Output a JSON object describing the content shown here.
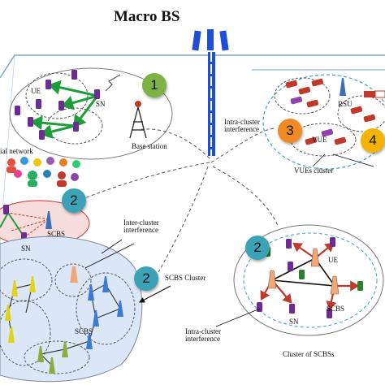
{
  "title": "Macro BS",
  "badges": {
    "b1": "1",
    "b2a": "2",
    "b2b": "2",
    "b2c": "2",
    "b3": "3",
    "b4": "4"
  },
  "colors": {
    "badge1": "#7cb342",
    "badge2": "#3ba3b5",
    "badge3": "#f08a24",
    "badge4": "#f3b400",
    "macro_bs": "#1f4fd8",
    "sn_link": "#1e9e3a",
    "scbs_cluster_bg": "#dbe6f7"
  },
  "labels": {
    "ue_top": "UE",
    "sn_top": "SN",
    "base_station": "Base station",
    "social_network": "ial network",
    "scbs_left": "SCBS",
    "sn_left": "SN",
    "intra_cluster_top": "Intra-cluster\ninterference",
    "rsu": "RSU",
    "vue": "VUE",
    "vues_cluster": "VUEs cluster",
    "inter_cluster": "Inter-cluster\ninterference",
    "scbs_cluster": "SCBS Cluster",
    "scbs_bottom_left": "SCBS",
    "ue_right": "UE",
    "scbs_right": "SCBS",
    "sn_right": "SN",
    "intra_cluster_bottom": "Intra-cluster\ninterference",
    "cluster_of_scbss": "Cluster of SCBSs"
  }
}
